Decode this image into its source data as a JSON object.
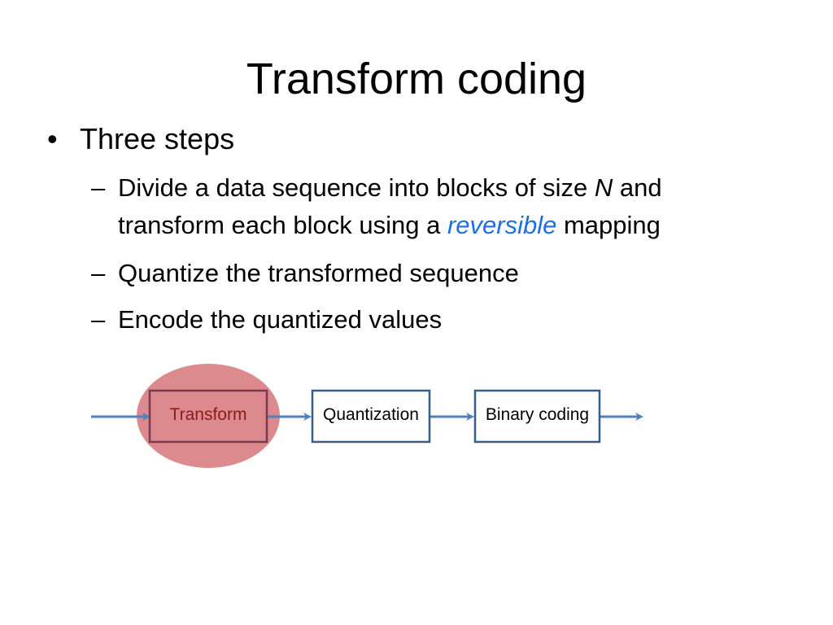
{
  "slide": {
    "title": "Transform coding",
    "bullet": {
      "text": "Three steps"
    },
    "sub_bullets": {
      "item1": {
        "part1": "Divide a data sequence into blocks of size ",
        "var": "N",
        "part2": " and transform each block using a ",
        "emphasis": "reversible",
        "part3": " mapping"
      },
      "item2": "Quantize the transformed sequence",
      "item3": "Encode the quantized values"
    }
  },
  "diagram": {
    "boxes": {
      "transform": "Transform",
      "quantization": "Quantization",
      "binary": "Binary coding"
    }
  },
  "colors": {
    "accent_blue": "#1f6fe0",
    "arrow": "#4f81bd",
    "box_border": "#385d8a",
    "highlight_fill": "#dd8a8f",
    "highlight_text": "#8b1a1a"
  },
  "icons": {
    "bullet": "filled-circle",
    "sub_bullet": "en-dash",
    "arrow": "right-arrow"
  }
}
